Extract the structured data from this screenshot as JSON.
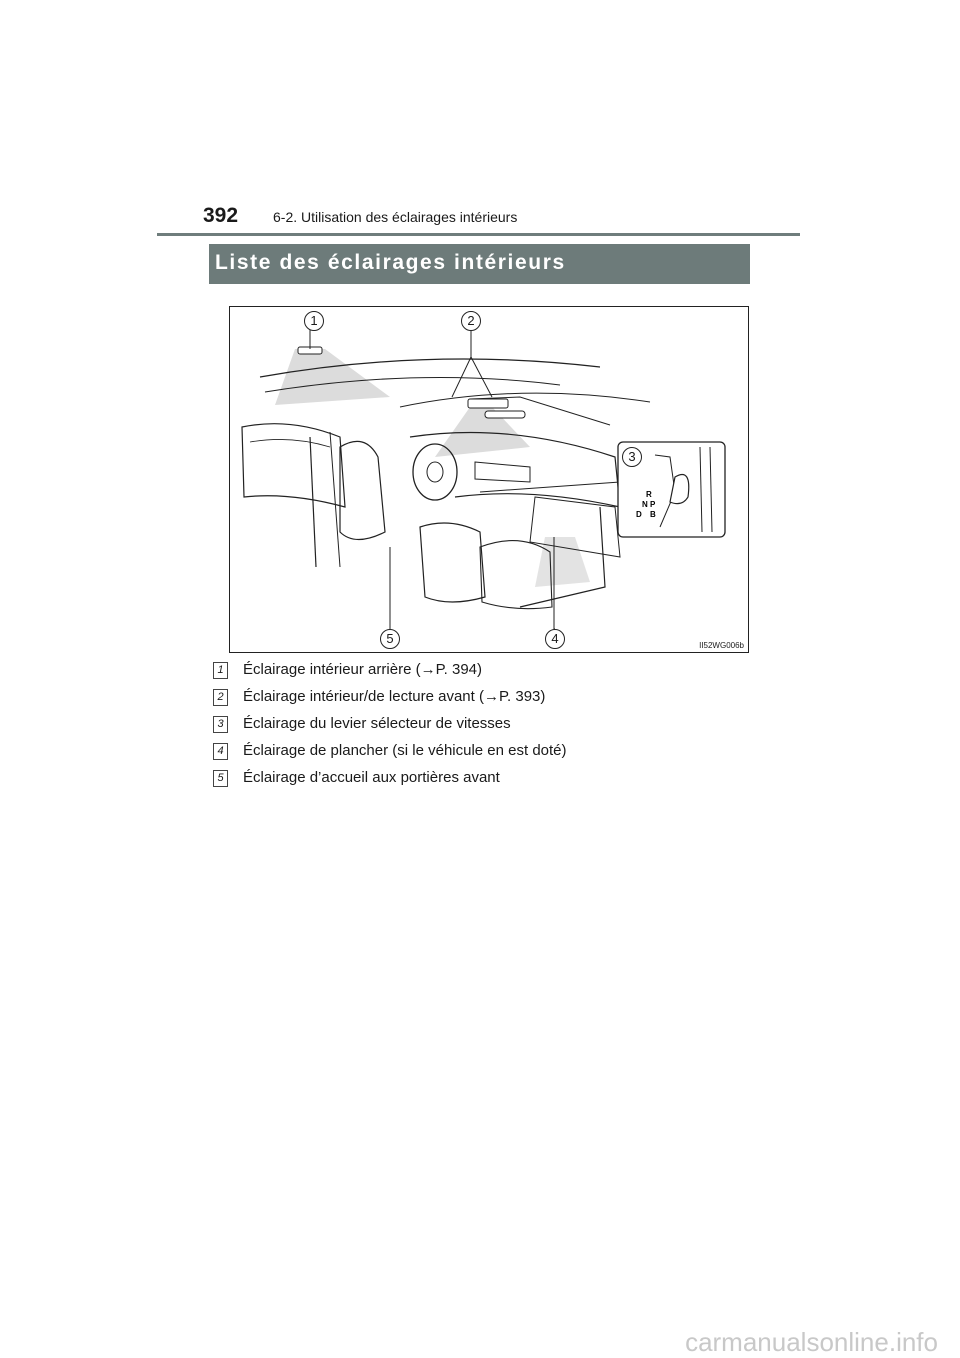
{
  "header": {
    "page_number": "392",
    "chapter": "6-2. Utilisation des éclairages intérieurs"
  },
  "section": {
    "title": "Liste des éclairages intérieurs"
  },
  "figure": {
    "callouts": [
      "1",
      "2",
      "3",
      "4",
      "5"
    ],
    "code": "II52WG006b",
    "shift_labels": [
      "R",
      "N",
      "P",
      "D",
      "B"
    ]
  },
  "items": [
    {
      "num": "1",
      "text": "Éclairage intérieur arrière (→P. 394)"
    },
    {
      "num": "2",
      "text": "Éclairage intérieur/de lecture avant (→P. 393)"
    },
    {
      "num": "3",
      "text": "Éclairage du levier sélecteur de vitesses"
    },
    {
      "num": "4",
      "text": "Éclairage de plancher (si le véhicule en est doté)"
    },
    {
      "num": "5",
      "text": "Éclairage d’accueil aux portières avant"
    }
  ],
  "watermark": "carmanualsonline.info",
  "colors": {
    "section_bar": "#6d7b7a",
    "rule": "#6f7d7c",
    "light_cone": "#d9d9d9"
  }
}
